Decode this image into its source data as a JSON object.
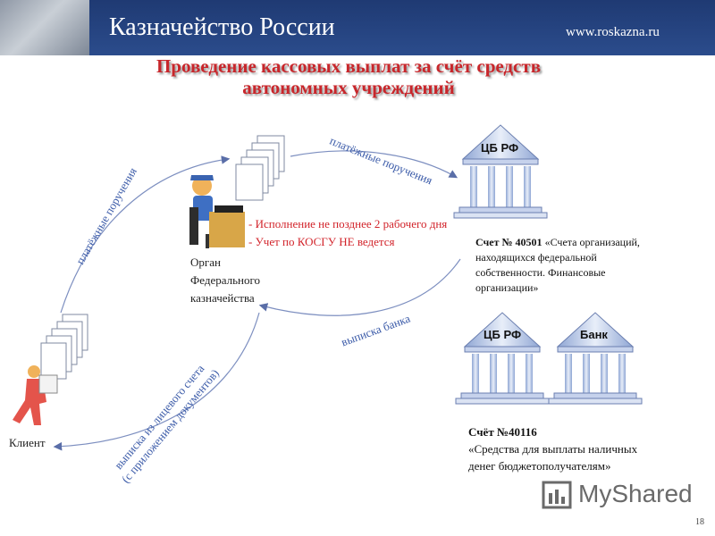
{
  "header": {
    "title": "Казначейство России",
    "url": "www.roskazna.ru"
  },
  "slide": {
    "title_line1": "Проведение кассовых выплат за счёт средств",
    "title_line2": "автономных учреждений",
    "page_number": "18"
  },
  "nodes": {
    "client_label": "Клиент",
    "organ_line1": "Орган",
    "organ_line2": "Федерального",
    "organ_line3": "казначейства",
    "cb_label_top": "ЦБ РФ",
    "cb_label_bottom": "ЦБ РФ",
    "bank_label": "Банк"
  },
  "notes": {
    "deadline": "- Исполнение не позднее 2 рабочего дня",
    "kosgu": "- Учет по КОСГУ НЕ ведется"
  },
  "accounts": {
    "a40501_line1_bold": "Счет № 40501",
    "a40501_line1_rest": " «Счета организаций,",
    "a40501_line2": "находящихся федеральной",
    "a40501_line3": "собственности. Финансовые",
    "a40501_line4": "организации»",
    "a40116_line1": "Счёт №40116",
    "a40116_line2": "«Средства для выплаты наличных",
    "a40116_line3": "денег бюджетополучателям»"
  },
  "arrows": {
    "client_to_organ": "платёжные поручения",
    "organ_to_cb": "платёжные поручения",
    "cb_to_organ": "выписка банка",
    "organ_to_client_line1": "выписка из лицевого счета",
    "organ_to_client_line2": "(с приложением документов)"
  },
  "watermark": "MyShared",
  "colors": {
    "header_bg": "#2b4c8c",
    "title_red": "#c8262b",
    "arrow_blue": "#3a5aa8",
    "note_red": "#d2232a"
  }
}
